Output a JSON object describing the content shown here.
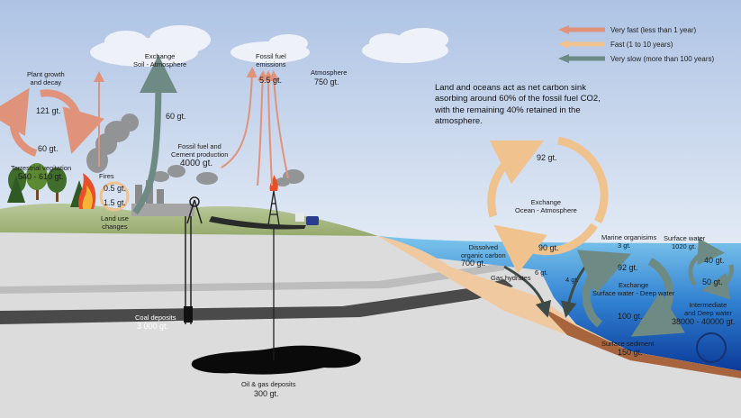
{
  "legend": [
    {
      "label": "Very fast (less than 1 year)",
      "color": "#e0927a"
    },
    {
      "label": "Fast (1 to 10 years)",
      "color": "#efc28e"
    },
    {
      "label": "Very slow (more than 100 years)",
      "color": "#6e8a84"
    }
  ],
  "note": "Land and oceans  act as net carbon sink asorbing around 60% of the fossil fuel CO2,  with the remaining 40%  retained in the atmosphere.",
  "labels": {
    "plant_growth": "Plant growth\nand decay",
    "plant_121": "121 gt.",
    "plant_60": "60 gt.",
    "terrestrial": "Terrestrial vegitation",
    "terrestrial_val": "540 - 610 gt.",
    "fires": "Fires",
    "fires_val": "0.5 gt.",
    "landuse_val": "1.5 gt.",
    "landuse": "Land use\nchanges",
    "exchange_soil": "Exchange\nSoil - Atmosphere",
    "soil_60": "60 gt.",
    "fossil_cement": "Fossil fuel and\nCement production",
    "fossil_cement_val": "4000 gt.",
    "fossil_emissions": "Fossil fuel\nemissions",
    "emissions_val": "5.5 gt.",
    "atmosphere": "Atmosphere",
    "atmosphere_val": "750 gt.",
    "ocean_92": "92 gt.",
    "exchange_ocean": "Exchange\nOcean - Atmosphere",
    "ocean_90": "90 gt.",
    "dissolved": "Dissolved\norganic carbon",
    "dissolved_val": "700 gt.",
    "gas_hydrates": "Gas hydrates",
    "gas_6": "6 gt.",
    "gas_4": "4 gt.",
    "marine": "Marine organisims",
    "marine_val": "3 gt.",
    "surface_water": "Surface water",
    "surface_water_val": "1020 gt.",
    "sw_40": "40 gt.",
    "sw_50": "50 gt.",
    "deep_92": "92 gt.",
    "exchange_deep": "Exchange\nSurface water - Deep water",
    "deep_100": "100 gt.",
    "intermediate": "Intermediate\nand Deep water",
    "intermediate_val": "38000 - 40000 gt.",
    "sediment": "Surface sediment",
    "sediment_val": "150 gt.",
    "coal": "Coal deposits",
    "coal_val": "3 000 gt.",
    "oilgas": "Oil  & gas deposits",
    "oilgas_val": "300 gt."
  }
}
